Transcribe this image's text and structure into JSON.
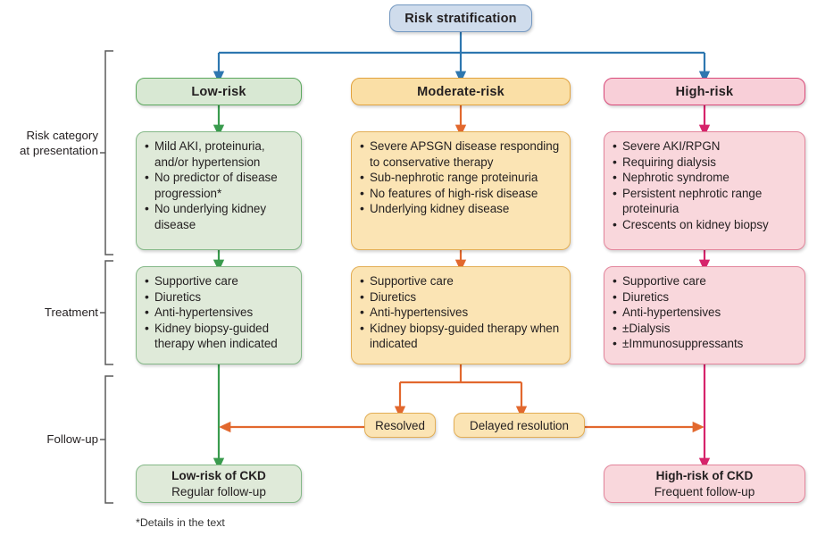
{
  "root": {
    "label": "Risk stratification"
  },
  "rail": [
    {
      "id": "risk-category",
      "label": "Risk category\nat presentation"
    },
    {
      "id": "treatment",
      "label": "Treatment"
    },
    {
      "id": "follow-up",
      "label": "Follow-up"
    }
  ],
  "columns": [
    {
      "id": "low-risk",
      "header": "Low-risk",
      "criteria": [
        "Mild AKI, proteinuria, and/or hypertension",
        "No predictor of disease progression*",
        "No underlying kidney disease"
      ],
      "treatment": [
        "Supportive care",
        "Diuretics",
        "Anti-hypertensives",
        "Kidney biopsy-guided therapy when indicated"
      ],
      "outcome_title": "Low-risk of CKD",
      "outcome_sub": "Regular follow-up"
    },
    {
      "id": "moderate-risk",
      "header": "Moderate-risk",
      "criteria": [
        "Severe APSGN disease responding to conservative therapy",
        "Sub-nephrotic range proteinuria",
        "No features of high-risk disease",
        "Underlying kidney disease"
      ],
      "treatment": [
        "Supportive care",
        "Diuretics",
        "Anti-hypertensives",
        "Kidney biopsy-guided therapy when indicated"
      ],
      "outcome_title": "",
      "outcome_sub": ""
    },
    {
      "id": "high-risk",
      "header": "High-risk",
      "criteria": [
        "Severe AKI/RPGN",
        "Requiring dialysis",
        "Nephrotic syndrome",
        "Persistent nephrotic range proteinuria",
        "Crescents on kidney biopsy"
      ],
      "treatment": [
        "Supportive care",
        "Diuretics",
        "Anti-hypertensives",
        "±Dialysis",
        "±Immunosuppressants"
      ],
      "outcome_title": "High-risk of CKD",
      "outcome_sub": "Frequent follow-up"
    }
  ],
  "branch": {
    "resolved": "Resolved",
    "delayed": "Delayed resolution"
  },
  "footnote": "*Details in the text",
  "colors": {
    "root_fill": "#cfdcec",
    "root_stroke": "#7397c0",
    "arrow_blue": "#2e77b0",
    "low_fill": "#d8e8d3",
    "low_stroke": "#5da95f",
    "low_body_fill": "#dfead9",
    "arrow_green": "#3a9b4e",
    "moderate_fill": "#fadfa6",
    "moderate_stroke": "#e2a33e",
    "moderate_body_fill": "#fbe4b4",
    "arrow_orange": "#e2682e",
    "high_fill": "#f8cfd8",
    "high_stroke": "#d94a7a",
    "high_body_fill": "#f9d7dc",
    "arrow_pink": "#d6246b",
    "rail_stroke": "#5a5a5a"
  },
  "chart_data": {
    "type": "diagram",
    "title": "Risk stratification",
    "rows": [
      "Risk category at presentation",
      "Treatment",
      "Follow-up"
    ],
    "branches": [
      "Low-risk",
      "Moderate-risk",
      "High-risk"
    ],
    "terminal_outcomes": [
      "Low-risk of CKD / Regular follow-up",
      "High-risk of CKD / Frequent follow-up"
    ],
    "intermediate_nodes": [
      "Resolved",
      "Delayed resolution"
    ]
  }
}
